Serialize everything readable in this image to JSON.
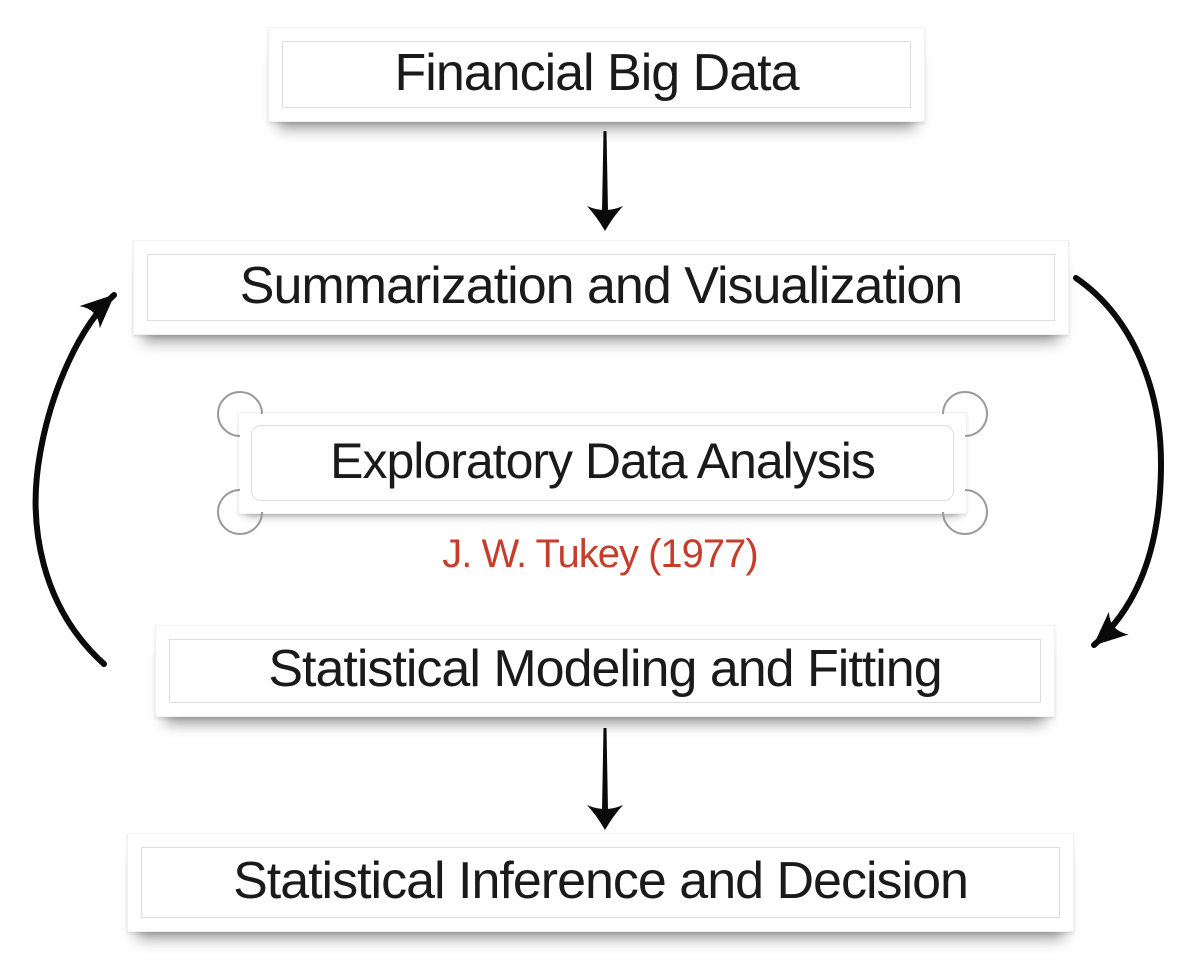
{
  "diagram": {
    "nodes": {
      "financial": {
        "label": "Financial Big Data"
      },
      "summarization": {
        "label": "Summarization and Visualization"
      },
      "eda": {
        "label": "Exploratory Data Analysis"
      },
      "attribution": {
        "label": "J. W. Tukey (1977)"
      },
      "modeling": {
        "label": "Statistical Modeling and Fitting"
      },
      "inference": {
        "label": "Statistical Inference and Decision"
      }
    },
    "edges": [
      {
        "from": "financial",
        "to": "summarization",
        "style": "straight-down-arrow"
      },
      {
        "from": "summarization",
        "to": "modeling",
        "style": "curved-arrow-right-side-down"
      },
      {
        "from": "modeling",
        "to": "summarization",
        "style": "curved-arrow-left-side-up"
      },
      {
        "from": "modeling",
        "to": "inference",
        "style": "straight-down-arrow"
      }
    ],
    "colors": {
      "text": "#1a1a1a",
      "attribution_red": "#c63d2a",
      "arrow": "#0a0a0a",
      "box_background": "#ffffff",
      "inner_border": "#dedede",
      "corner_ornament": "#9a9a9a"
    }
  }
}
